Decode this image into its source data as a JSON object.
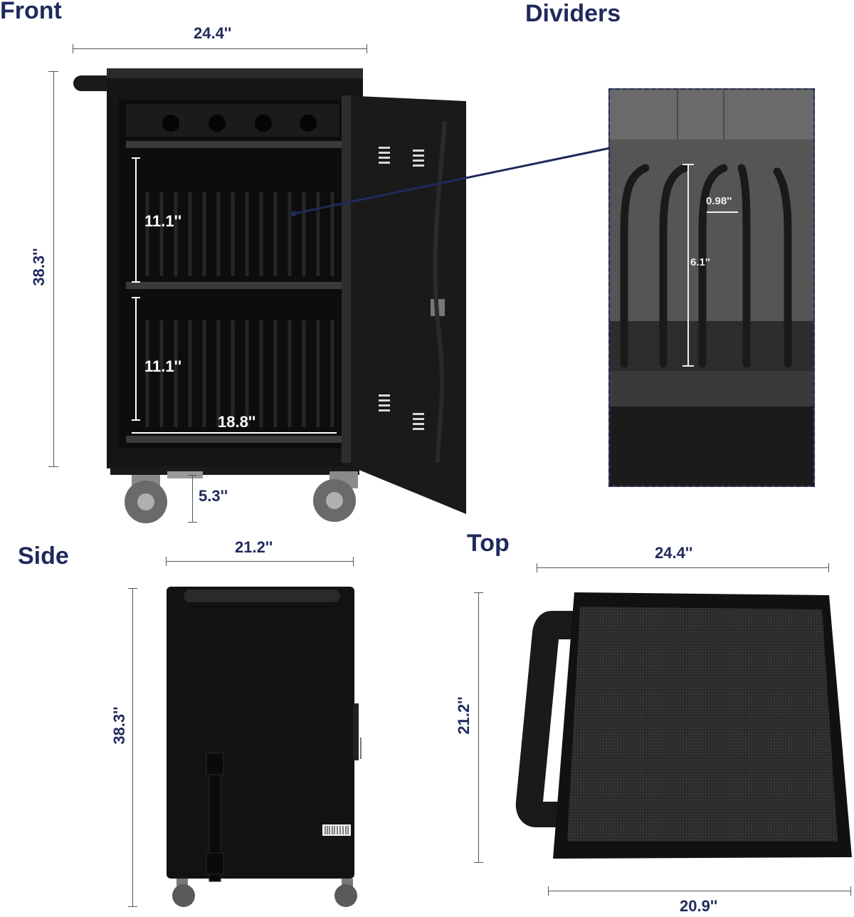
{
  "sections": {
    "front": "Front",
    "dividers": "Dividers",
    "side": "Side",
    "top": "Top"
  },
  "front_dims": {
    "width": "24.4''",
    "height": "38.3''",
    "shelf_upper": "11.1''",
    "shelf_lower": "11.1''",
    "inner_width": "18.8''",
    "caster": "5.3''"
  },
  "divider_dims": {
    "gap": "0.98''",
    "height": "6.1''"
  },
  "side_dims": {
    "depth": "21.2''",
    "height": "38.3''"
  },
  "top_dims": {
    "width": "24.4''",
    "depth": "21.2''",
    "bottom_width": "20.9''"
  },
  "colors": {
    "accent": "#1f2a5c",
    "cabinet": "#111111"
  }
}
